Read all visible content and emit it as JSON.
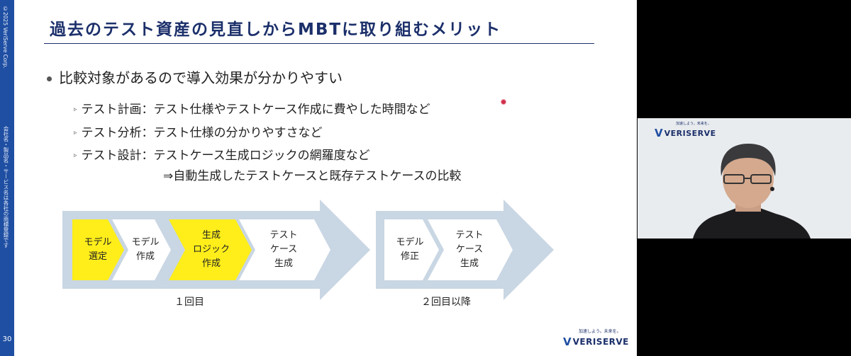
{
  "slide": {
    "copyright": "©2025 VeriServe Corp.",
    "notice": "会社名・製品名・サービス名は各社の商標登録です",
    "page_number": "30",
    "title": "過去のテスト資産の見直しからMBTに取り組むメリット",
    "main_bullet": "比較対象があるので導入効果が分かりやすい",
    "sub_bullets": [
      "テスト計画：テスト仕様やテストケース作成に費やした時間など",
      "テスト分析：テスト仕様の分かりやすさなど",
      "テスト設計：テストケース生成ロジックの網羅度など"
    ],
    "sub_continuation": "⇒自動生成したテストケースと既存テストケースの比較",
    "flow1": {
      "steps": [
        {
          "lines": [
            "モデル",
            "選定"
          ],
          "highlight": true
        },
        {
          "lines": [
            "モデル",
            "作成"
          ],
          "highlight": false
        },
        {
          "lines": [
            "生成",
            "ロジック",
            "作成"
          ],
          "highlight": true
        },
        {
          "lines": [
            "テスト",
            "ケース",
            "生成"
          ],
          "highlight": false
        }
      ],
      "label": "１回目"
    },
    "flow2": {
      "steps": [
        {
          "lines": [
            "モデル",
            "修正"
          ],
          "highlight": false
        },
        {
          "lines": [
            "テスト",
            "ケース",
            "生成"
          ],
          "highlight": false
        }
      ],
      "label": "２回目以降"
    },
    "logo": {
      "name": "VERISERVE",
      "tagline": "加速しよう。未来を。"
    }
  },
  "video": {
    "logo": {
      "name": "VERISERVE",
      "tagline": "加速しよう。未来を。"
    }
  },
  "colors": {
    "accent": "#1b2f6a",
    "sidebar": "#1f4fa3",
    "highlight": "#ffee1a",
    "arrow": "#c9d6e3"
  }
}
